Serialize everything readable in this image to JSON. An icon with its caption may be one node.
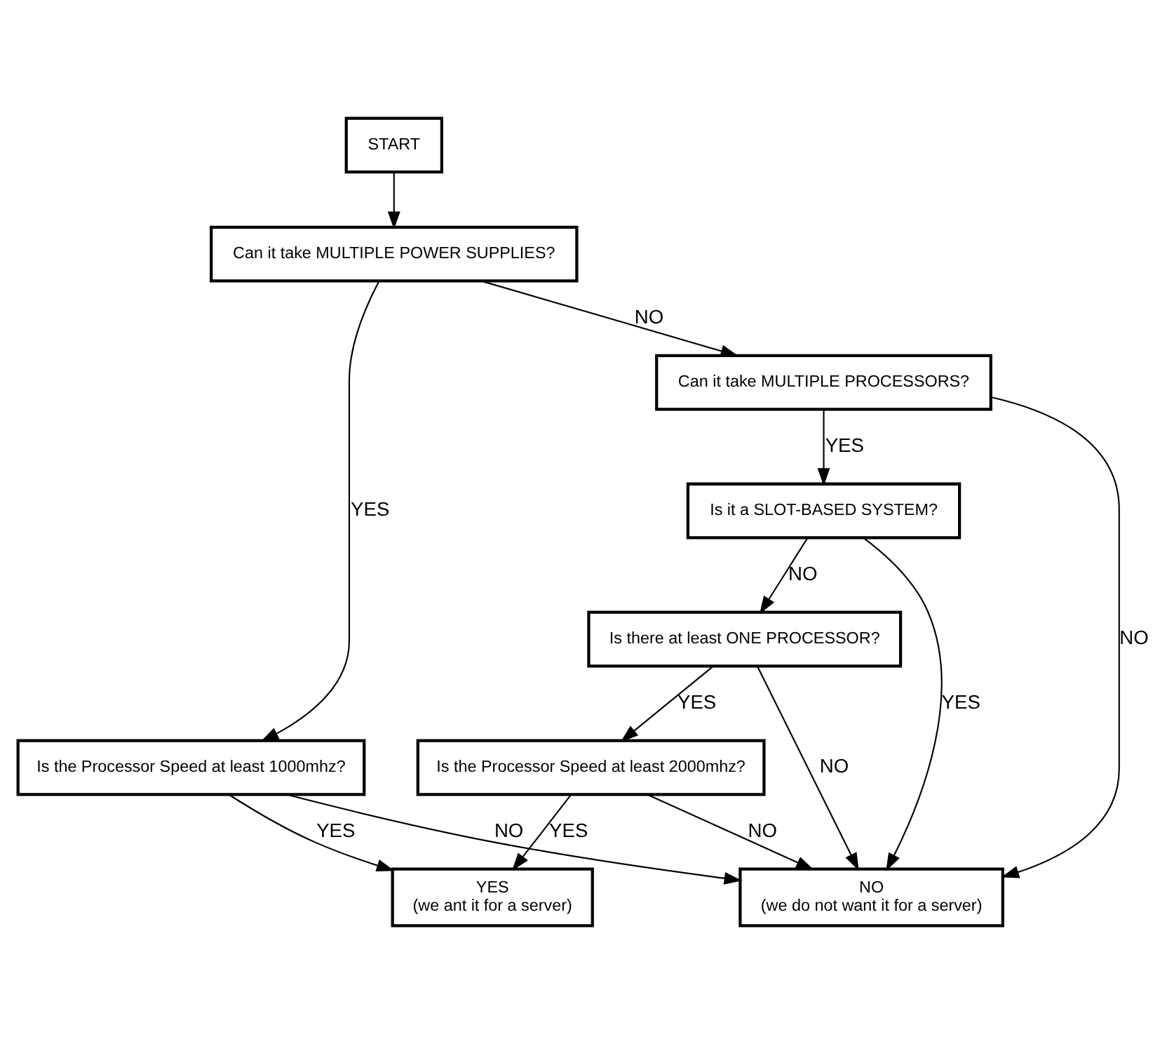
{
  "diagram": {
    "nodes": [
      {
        "text": [
          "START"
        ]
      },
      {
        "text": [
          "Can it take MULTIPLE POWER SUPPLIES?"
        ]
      },
      {
        "text": [
          "Can it take MULTIPLE PROCESSORS?"
        ]
      },
      {
        "text": [
          "Is it a SLOT-BASED SYSTEM?"
        ]
      },
      {
        "text": [
          "Is there at least ONE PROCESSOR?"
        ]
      },
      {
        "text": [
          "Is the Processor Speed at least 1000mhz?"
        ]
      },
      {
        "text": [
          "Is the Processor Speed at least 2000mhz?"
        ]
      },
      {
        "text": [
          "YES",
          "(we ant it for a server)"
        ]
      },
      {
        "text": [
          "NO",
          "(we do not want it for a server)"
        ]
      }
    ],
    "edges": [
      {
        "from": 0,
        "to": 1,
        "arrow": "to"
      },
      {
        "from": 1,
        "to": 2,
        "arrow": "to",
        "label": "NO"
      },
      {
        "from": 1,
        "to": 5,
        "arrow": "to",
        "label": "YES"
      },
      {
        "from": 2,
        "to": 3,
        "arrow": "to",
        "label": "YES"
      },
      {
        "from": 2,
        "to": 8,
        "arrow": "to",
        "label": "NO"
      },
      {
        "from": 3,
        "to": 4,
        "arrow": "to",
        "label": "NO"
      },
      {
        "from": 3,
        "to": 8,
        "arrow": "to",
        "label": "YES"
      },
      {
        "from": 4,
        "to": 6,
        "arrow": "to",
        "label": "YES"
      },
      {
        "from": 4,
        "to": 8,
        "arrow": "to",
        "label": "NO"
      },
      {
        "from": 5,
        "to": 7,
        "arrow": "to",
        "label": "YES"
      },
      {
        "from": 5,
        "to": 8,
        "arrow": "to",
        "label": "NO"
      },
      {
        "from": 6,
        "to": 7,
        "arrow": "to",
        "label": "YES"
      },
      {
        "from": 6,
        "to": 8,
        "arrow": "to",
        "label": "NO"
      }
    ]
  }
}
